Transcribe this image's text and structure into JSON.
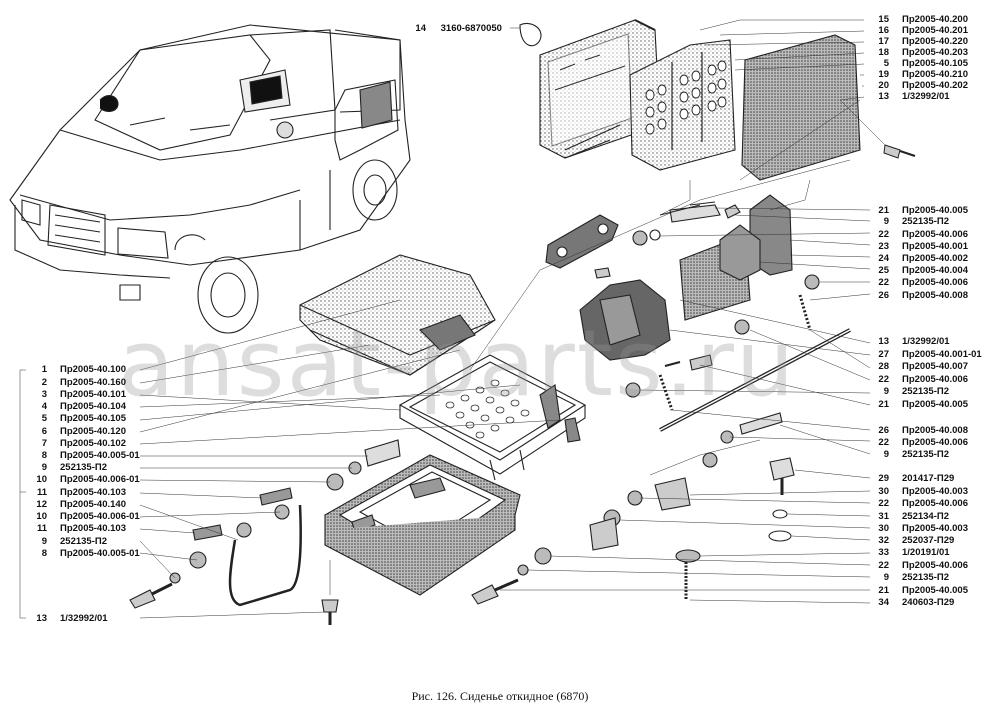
{
  "caption": "Рис. 126. Сиденье откидное (6870)",
  "watermark": "ansat-parts.ru",
  "top_label": {
    "num": "14",
    "code": "3160-6870050"
  },
  "right_labels": [
    {
      "num": "15",
      "code": "Пр2005-40.200"
    },
    {
      "num": "16",
      "code": "Пр2005-40.201"
    },
    {
      "num": "17",
      "code": "Пр2005-40.220"
    },
    {
      "num": "18",
      "code": "Пр2005-40.203"
    },
    {
      "num": "5",
      "code": "Пр2005-40.105"
    },
    {
      "num": "19",
      "code": "Пр2005-40.210"
    },
    {
      "num": "20",
      "code": "Пр2005-40.202"
    },
    {
      "num": "13",
      "code": "1/32992/01"
    },
    {
      "num": "21",
      "code": "Пр2005-40.005"
    },
    {
      "num": "9",
      "code": "252135-П2"
    },
    {
      "num": "22",
      "code": "Пр2005-40.006"
    },
    {
      "num": "23",
      "code": "Пр2005-40.001"
    },
    {
      "num": "24",
      "code": "Пр2005-40.002"
    },
    {
      "num": "25",
      "code": "Пр2005-40.004"
    },
    {
      "num": "22",
      "code": "Пр2005-40.006"
    },
    {
      "num": "26",
      "code": "Пр2005-40.008"
    },
    {
      "num": "13",
      "code": "1/32992/01"
    },
    {
      "num": "27",
      "code": "Пр2005-40.001-01"
    },
    {
      "num": "28",
      "code": "Пр2005-40.007"
    },
    {
      "num": "22",
      "code": "Пр2005-40.006"
    },
    {
      "num": "9",
      "code": "252135-П2"
    },
    {
      "num": "21",
      "code": "Пр2005-40.005"
    },
    {
      "num": "26",
      "code": "Пр2005-40.008"
    },
    {
      "num": "22",
      "code": "Пр2005-40.006"
    },
    {
      "num": "9",
      "code": "252135-П2"
    },
    {
      "num": "29",
      "code": "201417-П29"
    },
    {
      "num": "30",
      "code": "Пр2005-40.003"
    },
    {
      "num": "22",
      "code": "Пр2005-40.006"
    },
    {
      "num": "31",
      "code": "252134-П2"
    },
    {
      "num": "30",
      "code": "Пр2005-40.003"
    },
    {
      "num": "32",
      "code": "252037-П29"
    },
    {
      "num": "33",
      "code": "1/20191/01"
    },
    {
      "num": "22",
      "code": "Пр2005-40.006"
    },
    {
      "num": "9",
      "code": "252135-П2"
    },
    {
      "num": "21",
      "code": "Пр2005-40.005"
    },
    {
      "num": "34",
      "code": "240603-П29"
    }
  ],
  "left_labels": [
    {
      "num": "1",
      "code": "Пр2005-40.100"
    },
    {
      "num": "2",
      "code": "Пр2005-40.160"
    },
    {
      "num": "3",
      "code": "Пр2005-40.101"
    },
    {
      "num": "4",
      "code": "Пр2005-40.104"
    },
    {
      "num": "5",
      "code": "Пр2005-40.105"
    },
    {
      "num": "6",
      "code": "Пр2005-40.120"
    },
    {
      "num": "7",
      "code": "Пр2005-40.102"
    },
    {
      "num": "8",
      "code": "Пр2005-40.005-01"
    },
    {
      "num": "9",
      "code": "252135-П2"
    },
    {
      "num": "10",
      "code": "Пр2005-40.006-01"
    },
    {
      "num": "11",
      "code": "Пр2005-40.103"
    },
    {
      "num": "12",
      "code": "Пр2005-40.140"
    },
    {
      "num": "10",
      "code": "Пр2005-40.006-01"
    },
    {
      "num": "11",
      "code": "Пр2005-40.103"
    },
    {
      "num": "9",
      "code": "252135-П2"
    },
    {
      "num": "8",
      "code": "Пр2005-40.005-01"
    },
    {
      "num": "13",
      "code": "1/32992/01"
    }
  ]
}
